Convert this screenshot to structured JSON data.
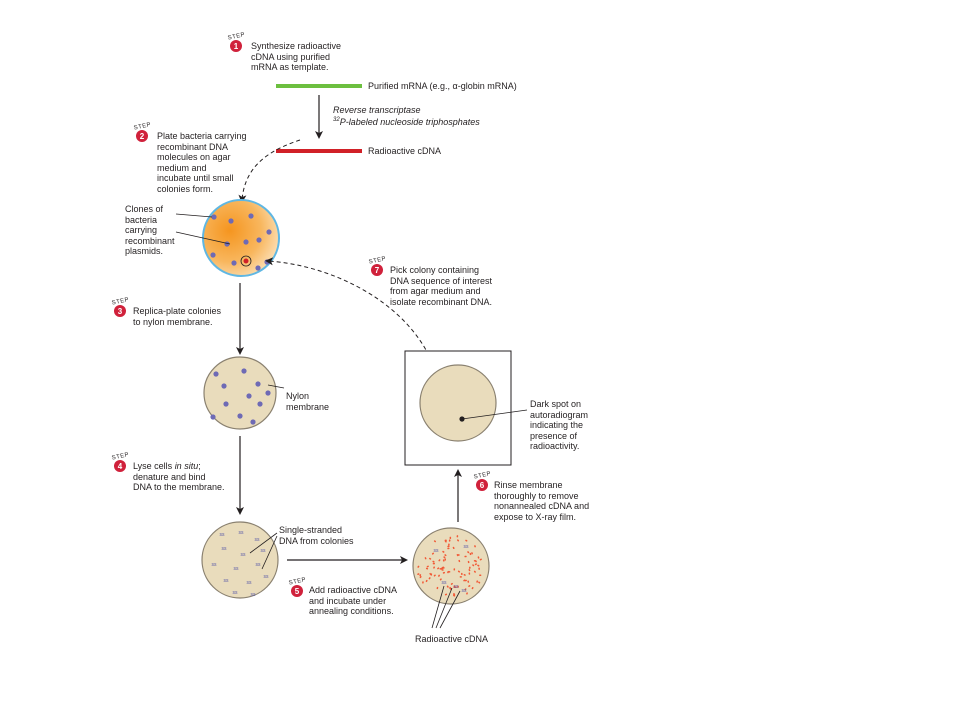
{
  "steps": [
    {
      "word": "STEP",
      "number": "1",
      "lines": [
        "Synthesize radioactive",
        "cDNA using purified",
        "mRNA as template."
      ]
    },
    {
      "word": "STEP",
      "number": "2",
      "lines": [
        "Plate bacteria carrying",
        "recombinant DNA",
        "molecules on agar",
        "medium and",
        "incubate until small",
        "colonies form."
      ]
    },
    {
      "word": "STEP",
      "number": "3",
      "lines": [
        "Replica-plate colonies",
        "to nylon membrane."
      ]
    },
    {
      "word": "STEP",
      "number": "4",
      "lines": [
        "Lyse cells in situ;",
        "denature and bind",
        "DNA to the membrane."
      ]
    },
    {
      "word": "STEP",
      "number": "5",
      "lines": [
        "Add radioactive cDNA",
        "and incubate under",
        "annealing conditions."
      ]
    },
    {
      "word": "STEP",
      "number": "6",
      "lines": [
        "Rinse membrane",
        "thoroughly to remove",
        "nonannealed cDNA and",
        "expose to X-ray film."
      ]
    },
    {
      "word": "STEP",
      "number": "7",
      "lines": [
        "Pick colony containing",
        "DNA sequence of interest",
        "from agar medium and",
        "isolate recombinant DNA."
      ]
    }
  ],
  "labels": {
    "purified_mrna": "Purified mRNA (e.g., α-globin mRNA)",
    "reverse_transcriptase": "Reverse transcriptase",
    "labeled_nucleotides_sup": "32",
    "labeled_nucleotides": "P-labeled nucleoside triphosphates",
    "radioactive_cdna": "Radioactive cDNA",
    "clones": [
      "Clones of",
      "bacteria",
      "carrying",
      "recombinant",
      "plasmids."
    ],
    "nylon_membrane": [
      "Nylon",
      "membrane"
    ],
    "single_stranded": [
      "Single-stranded",
      "DNA from colonies"
    ],
    "dark_spot": [
      "Dark spot on",
      "autoradiogram",
      "indicating the",
      "presence of",
      "radioactivity."
    ],
    "radioactive_cdna_bottom": "Radioactive cDNA",
    "ss_mark": "ss"
  },
  "colors": {
    "step_badge": "#d0213b",
    "mrna_bar": "#6cbf3f",
    "cdna_bar": "#d12027",
    "colony_dot": "#6e6ab5",
    "agar_inner": "#f6a23a",
    "agar_outer": "#fde6c2",
    "agar_rim": "#5fb7e3",
    "membrane_fill": "#e9dcbc",
    "membrane_rim": "#8a8170",
    "cdna_spot": "#f15a37"
  }
}
